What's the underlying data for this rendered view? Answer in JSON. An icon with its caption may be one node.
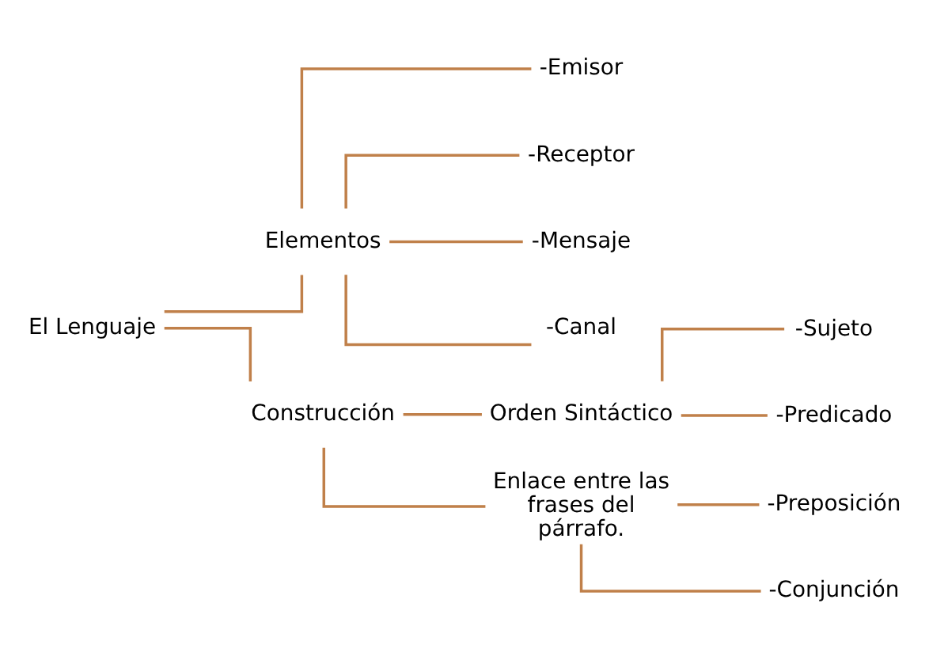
{
  "diagram": {
    "nodes": [
      {
        "text": [
          "El Lenguaje"
        ]
      },
      {
        "text": [
          "Elementos"
        ]
      },
      {
        "text": [
          "-Emisor"
        ]
      },
      {
        "text": [
          "-Receptor"
        ]
      },
      {
        "text": [
          "-Mensaje"
        ]
      },
      {
        "text": [
          "-Canal"
        ]
      },
      {
        "text": [
          "Construcción"
        ]
      },
      {
        "text": [
          "Orden Sintáctico"
        ]
      },
      {
        "text": [
          "-Sujeto"
        ]
      },
      {
        "text": [
          "-Predicado"
        ]
      },
      {
        "text": [
          "Enlace entre las frases del párrafo."
        ]
      },
      {
        "text": [
          "-Preposición"
        ]
      },
      {
        "text": [
          "-Conjunción"
        ]
      }
    ],
    "edges": [
      {
        "from": 0,
        "to": 1,
        "arrow": "none"
      },
      {
        "from": 0,
        "to": 6,
        "arrow": "none"
      },
      {
        "from": 1,
        "to": 2,
        "arrow": "none"
      },
      {
        "from": 1,
        "to": 3,
        "arrow": "none"
      },
      {
        "from": 1,
        "to": 4,
        "arrow": "none"
      },
      {
        "from": 1,
        "to": 5,
        "arrow": "none"
      },
      {
        "from": 6,
        "to": 7,
        "arrow": "none"
      },
      {
        "from": 6,
        "to": 10,
        "arrow": "none"
      },
      {
        "from": 7,
        "to": 8,
        "arrow": "none"
      },
      {
        "from": 7,
        "to": 9,
        "arrow": "none"
      },
      {
        "from": 10,
        "to": 11,
        "arrow": "none"
      },
      {
        "from": 10,
        "to": 12,
        "arrow": "none"
      }
    ]
  }
}
